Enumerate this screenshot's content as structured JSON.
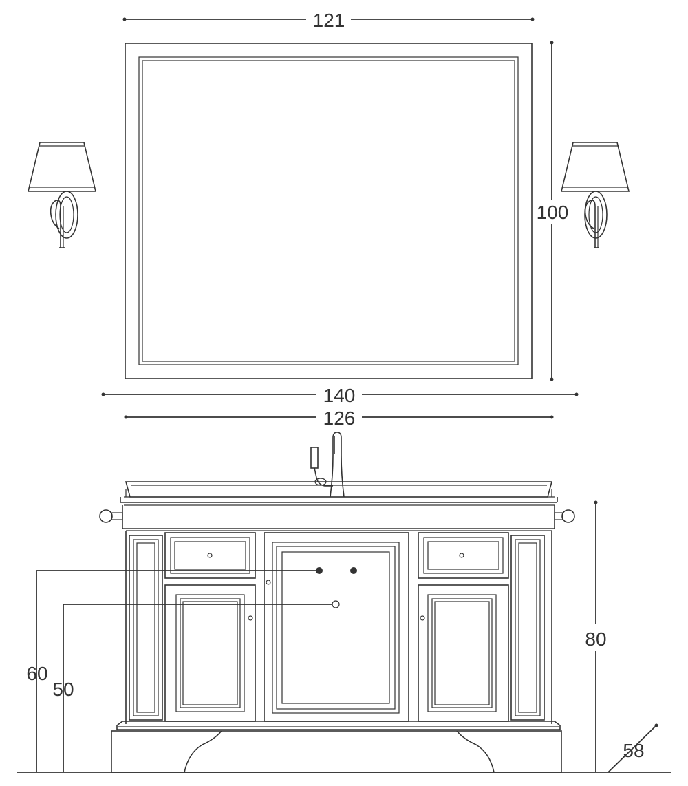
{
  "dimensions": {
    "mirror_width": "121",
    "mirror_height": "100",
    "overall_width": "140",
    "cabinet_width": "126",
    "cabinet_height": "80",
    "depth": "58",
    "drain_height_a": "60",
    "drain_height_b": "50"
  },
  "colors": {
    "line": "#333333",
    "background": "#ffffff"
  }
}
